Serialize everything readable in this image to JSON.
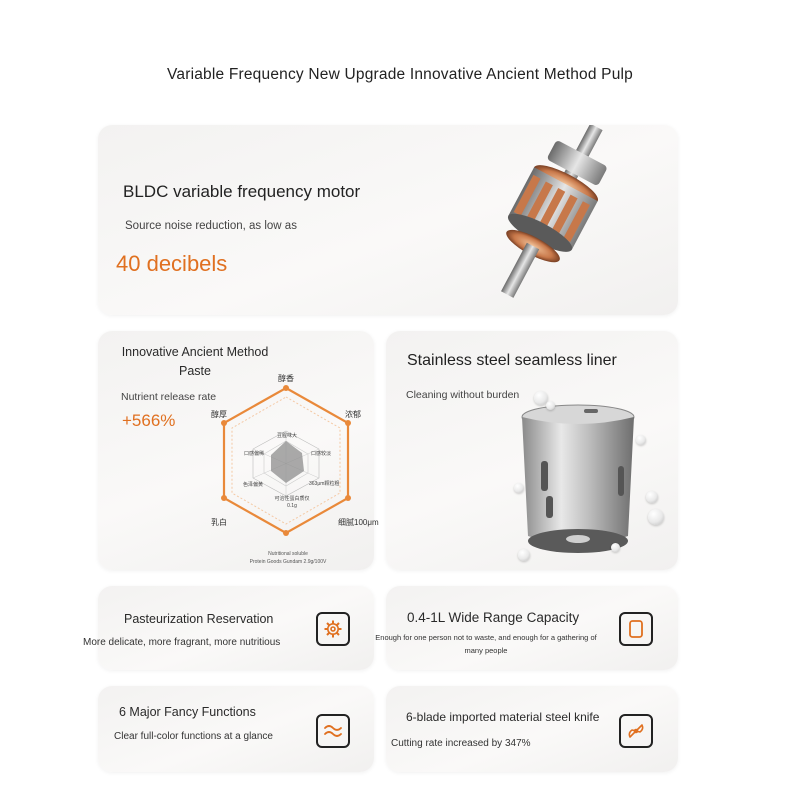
{
  "headline": "Variable Frequency New Upgrade Innovative Ancient Method Pulp",
  "motor": {
    "title": "BLDC variable frequency motor",
    "subtitle": "Source noise reduction, as low as",
    "value": "40 decibels"
  },
  "paste": {
    "title_line1": "Innovative Ancient Method",
    "title_line2": "Paste",
    "rate_label": "Nutrient release rate",
    "rate_value": "+566%",
    "radar": {
      "outer_labels": [
        "醇香",
        "浓郁",
        "细腻100μm",
        "乳白",
        "醇厚"
      ],
      "inner_labels": [
        "豆腥味大",
        "口感较淡",
        "363μm颗粒粗",
        "可溶性蛋白质仅0.1g",
        "色泽偏黄",
        "口感偏稀"
      ],
      "footnote_line1": "Nutritional soluble",
      "footnote_line2": "Protein Goods Gundam 2.9g/100V"
    },
    "accent": "#e07020"
  },
  "liner": {
    "title": "Stainless steel seamless liner",
    "subtitle": "Cleaning without burden"
  },
  "features": [
    {
      "title": "Pasteurization Reservation",
      "desc": "More delicate, more fragrant, more nutritious",
      "icon": "gear-icon"
    },
    {
      "title": "0.4-1L Wide Range Capacity",
      "desc": "Enough for one person not to waste, and enough for a gathering of many people",
      "icon": "capacity-icon"
    },
    {
      "title": "6 Major Fancy Functions",
      "desc": "Clear full-color functions at a glance",
      "icon": "wave-icon"
    },
    {
      "title": "6-blade imported material steel knife",
      "desc": "Cutting rate increased by 347%",
      "icon": "blade-icon"
    }
  ]
}
